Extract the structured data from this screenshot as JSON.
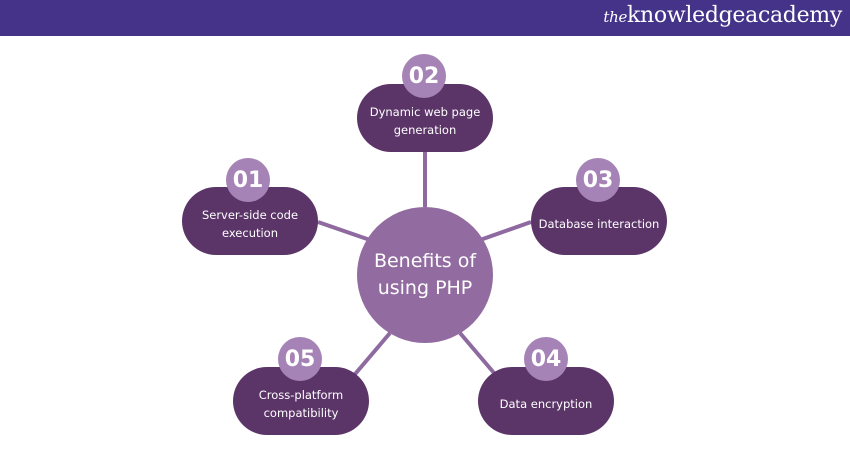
{
  "header": {
    "logo_prefix": "the",
    "logo_main": "knowledgeacademy"
  },
  "center": {
    "label": "Benefits of using PHP"
  },
  "benefits": [
    {
      "number": "01",
      "label": "Server-side code execution"
    },
    {
      "number": "02",
      "label": "Dynamic web page generation"
    },
    {
      "number": "03",
      "label": "Database interaction"
    },
    {
      "number": "04",
      "label": "Data encryption"
    },
    {
      "number": "05",
      "label": "Cross-platform compatibility"
    }
  ],
  "colors": {
    "header": "#45338a",
    "box": "#5b3468",
    "badge": "#a683b6",
    "center": "#926ca0",
    "connector": "#8f6aa0"
  }
}
